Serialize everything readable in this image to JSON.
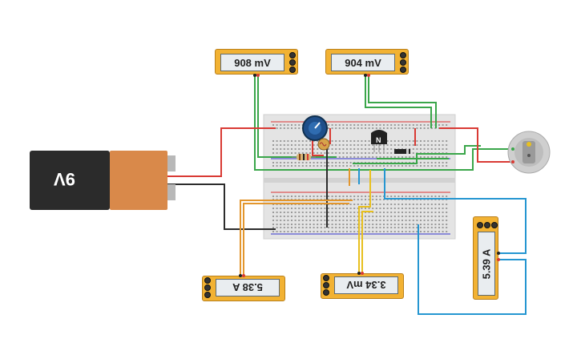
{
  "battery": {
    "label": "9V"
  },
  "meters": {
    "top_left": {
      "reading": "908 mV"
    },
    "top_right": {
      "reading": "904 mV"
    },
    "bottom_left": {
      "reading": "5.38 A"
    },
    "bottom_mid": {
      "reading": "3.34 mV"
    },
    "right": {
      "reading": "5.39 A"
    }
  },
  "transistor": {
    "label": "N"
  },
  "colors": {
    "wire_red": "#d93a34",
    "wire_green": "#3aa64a",
    "wire_black": "#2c2c2c",
    "wire_blue": "#2596d1",
    "wire_orange": "#e3962d",
    "wire_yellow": "#e8c01f",
    "meter_body": "#f2b233"
  }
}
